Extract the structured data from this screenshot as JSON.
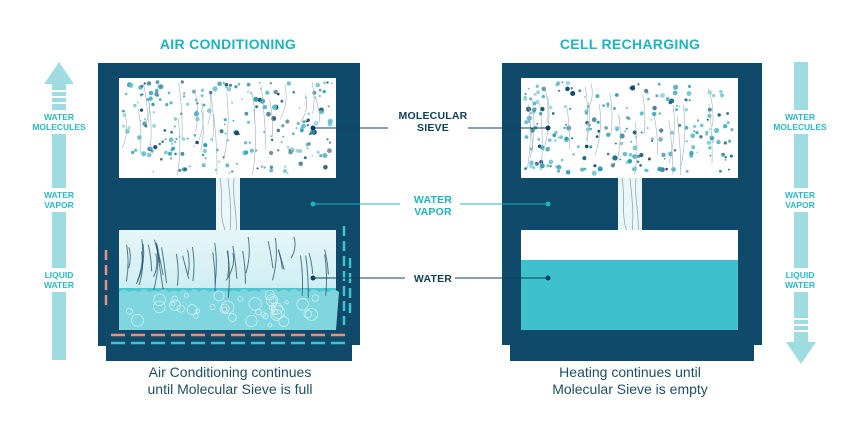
{
  "left_panel": {
    "title": "AIR CONDITIONING",
    "caption_line1": "Air Conditioning continues",
    "caption_line2": "until Molecular Sieve is full"
  },
  "right_panel": {
    "title": "CELL RECHARGING",
    "caption_line1": "Heating continues until",
    "caption_line2": "Molecular Sieve is empty"
  },
  "center_labels": {
    "sieve_line1": "MOLECULAR",
    "sieve_line2": "SIEVE",
    "vapor_line1": "WATER",
    "vapor_line2": "VAPOR",
    "water": "WATER"
  },
  "side_labels": {
    "molecules_line1": "WATER",
    "molecules_line2": "MOLECULES",
    "vapor_line1": "WATER",
    "vapor_line2": "VAPOR",
    "liquid_line1": "LIQUID",
    "liquid_line2": "WATER"
  },
  "colors": {
    "navy": "#0f4a6b",
    "teal": "#3cc3cf",
    "light_teal": "#9fdce1",
    "label_teal": "#1fb3bf",
    "heating_red": "#e8937f"
  },
  "icons": {
    "left_arrow": "arrow-up-icon",
    "right_arrow": "arrow-down-icon"
  }
}
